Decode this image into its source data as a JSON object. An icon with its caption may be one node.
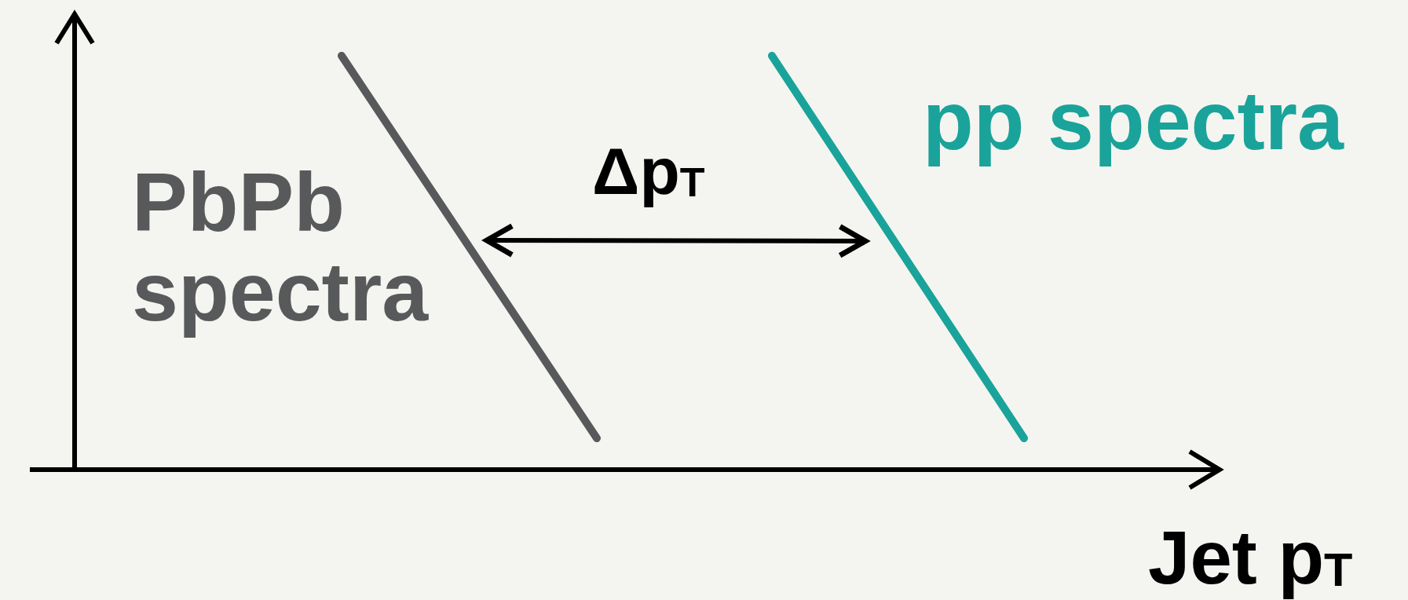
{
  "diagram": {
    "nodes": [
      {
        "text": [],
        "shape": "line",
        "beside": [
          "PbPb spectra"
        ]
      },
      {
        "text": [],
        "shape": "line",
        "beside": [
          "pp spectra"
        ]
      }
    ],
    "edges": [
      {
        "from": 0,
        "to": 1,
        "arrow": "both",
        "label": "Δp$_{T}$"
      }
    ],
    "labels": [
      "Jet p$_{T}$"
    ]
  }
}
